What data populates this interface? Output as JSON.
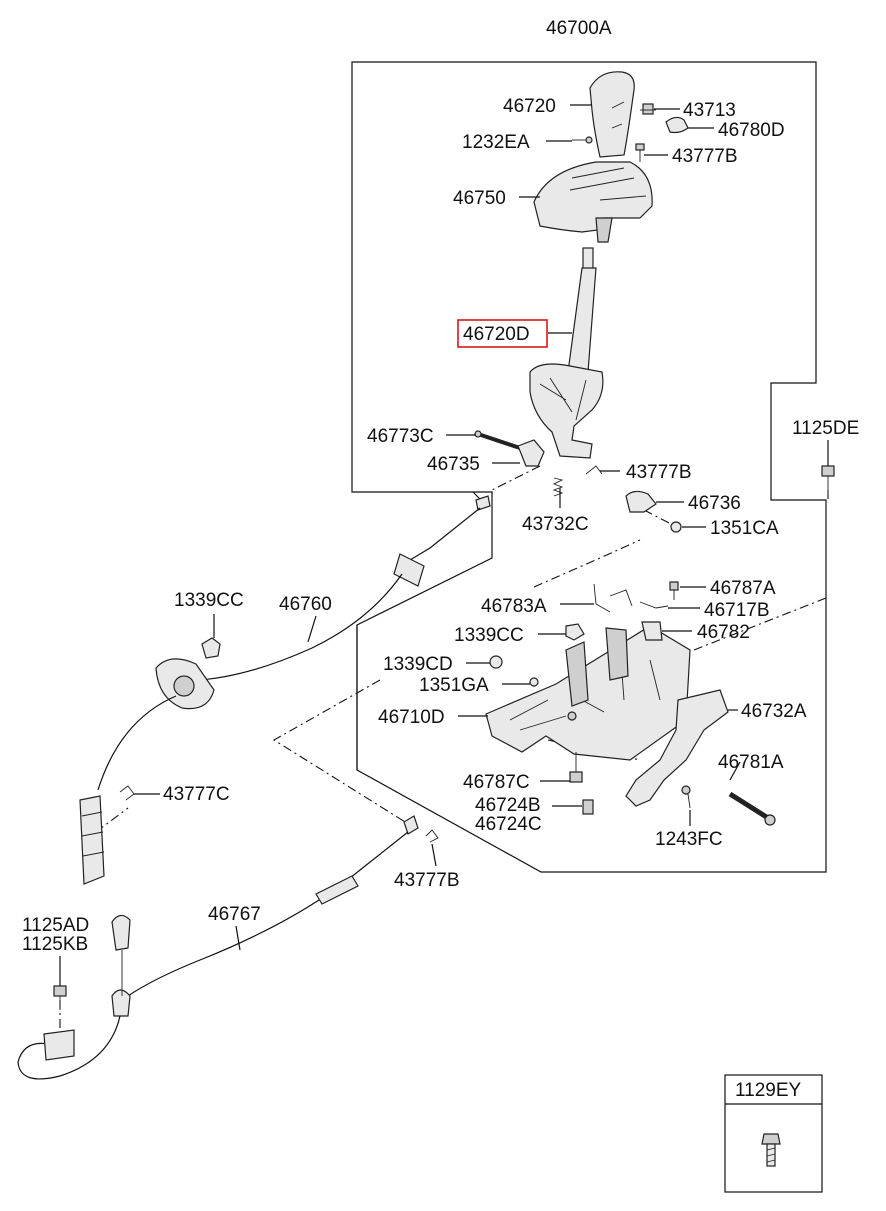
{
  "labels": {
    "assy_46700A": "46700A",
    "knob_46720": "46720",
    "screw_43713": "43713",
    "cover_46780D": "46780D",
    "screw_1232EA": "1232EA",
    "pin_43777B_top": "43777B",
    "indicator_46750": "46750",
    "lever_46720D": "46720D",
    "pin_46773C": "46773C",
    "bracket_46735": "46735",
    "pin_43777B_mid": "43777B",
    "spring_43732C": "43732C",
    "bolt_1125DE": "1125DE",
    "bracket_46736": "46736",
    "nut_1351CA": "1351CA",
    "cable_46760": "46760",
    "nut_1339CC_left": "1339CC",
    "wire_46783A": "46783A",
    "switch_46787A": "46787A",
    "pin_46717B": "46717B",
    "solenoid_46782": "46782",
    "nut_1339CC_mid": "1339CC",
    "bushing_1339CD": "1339CD",
    "nut_1351GA": "1351GA",
    "base_46710D": "46710D",
    "plate_46732A": "46732A",
    "bolt_46787C": "46787C",
    "bolt_46781A": "46781A",
    "clip_46724B": "46724B",
    "clip_46724C": "46724C",
    "screw_1243FC": "1243FC",
    "clip_43777C": "43777C",
    "cable_46767": "46767",
    "pin_43777B_bottom": "43777B",
    "bolt_1125AD": "1125AD",
    "bolt_1125KB": "1125KB",
    "bolt_1129EY": "1129EY"
  },
  "highlighted_part": "46720D",
  "colors": {
    "line": "#111111",
    "highlight": "#d21a1a",
    "background": "#ffffff"
  }
}
